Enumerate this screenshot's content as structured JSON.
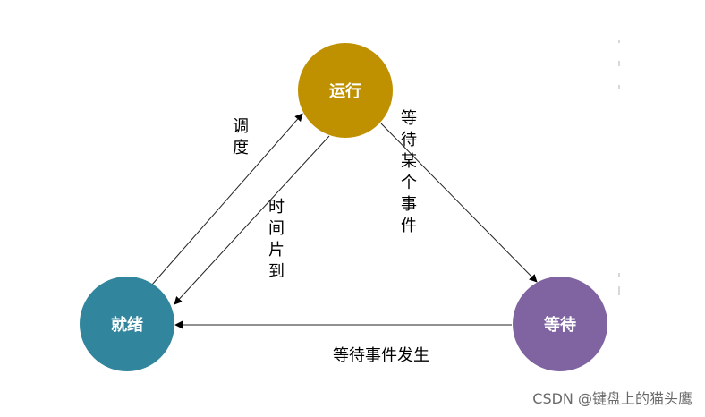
{
  "nodes": {
    "running": {
      "label": "运行",
      "color": "#bf9000"
    },
    "ready": {
      "label": "就绪",
      "color": "#31859c"
    },
    "waiting": {
      "label": "等待",
      "color": "#8064a2"
    }
  },
  "edges": {
    "schedule": {
      "label": "调度"
    },
    "timeslice": {
      "label": "时间片到"
    },
    "wait_event": {
      "label": "等待某个事件"
    },
    "event_occurs": {
      "label": "等待事件发生"
    }
  },
  "watermark": "CSDN @键盘上的猫头鹰"
}
